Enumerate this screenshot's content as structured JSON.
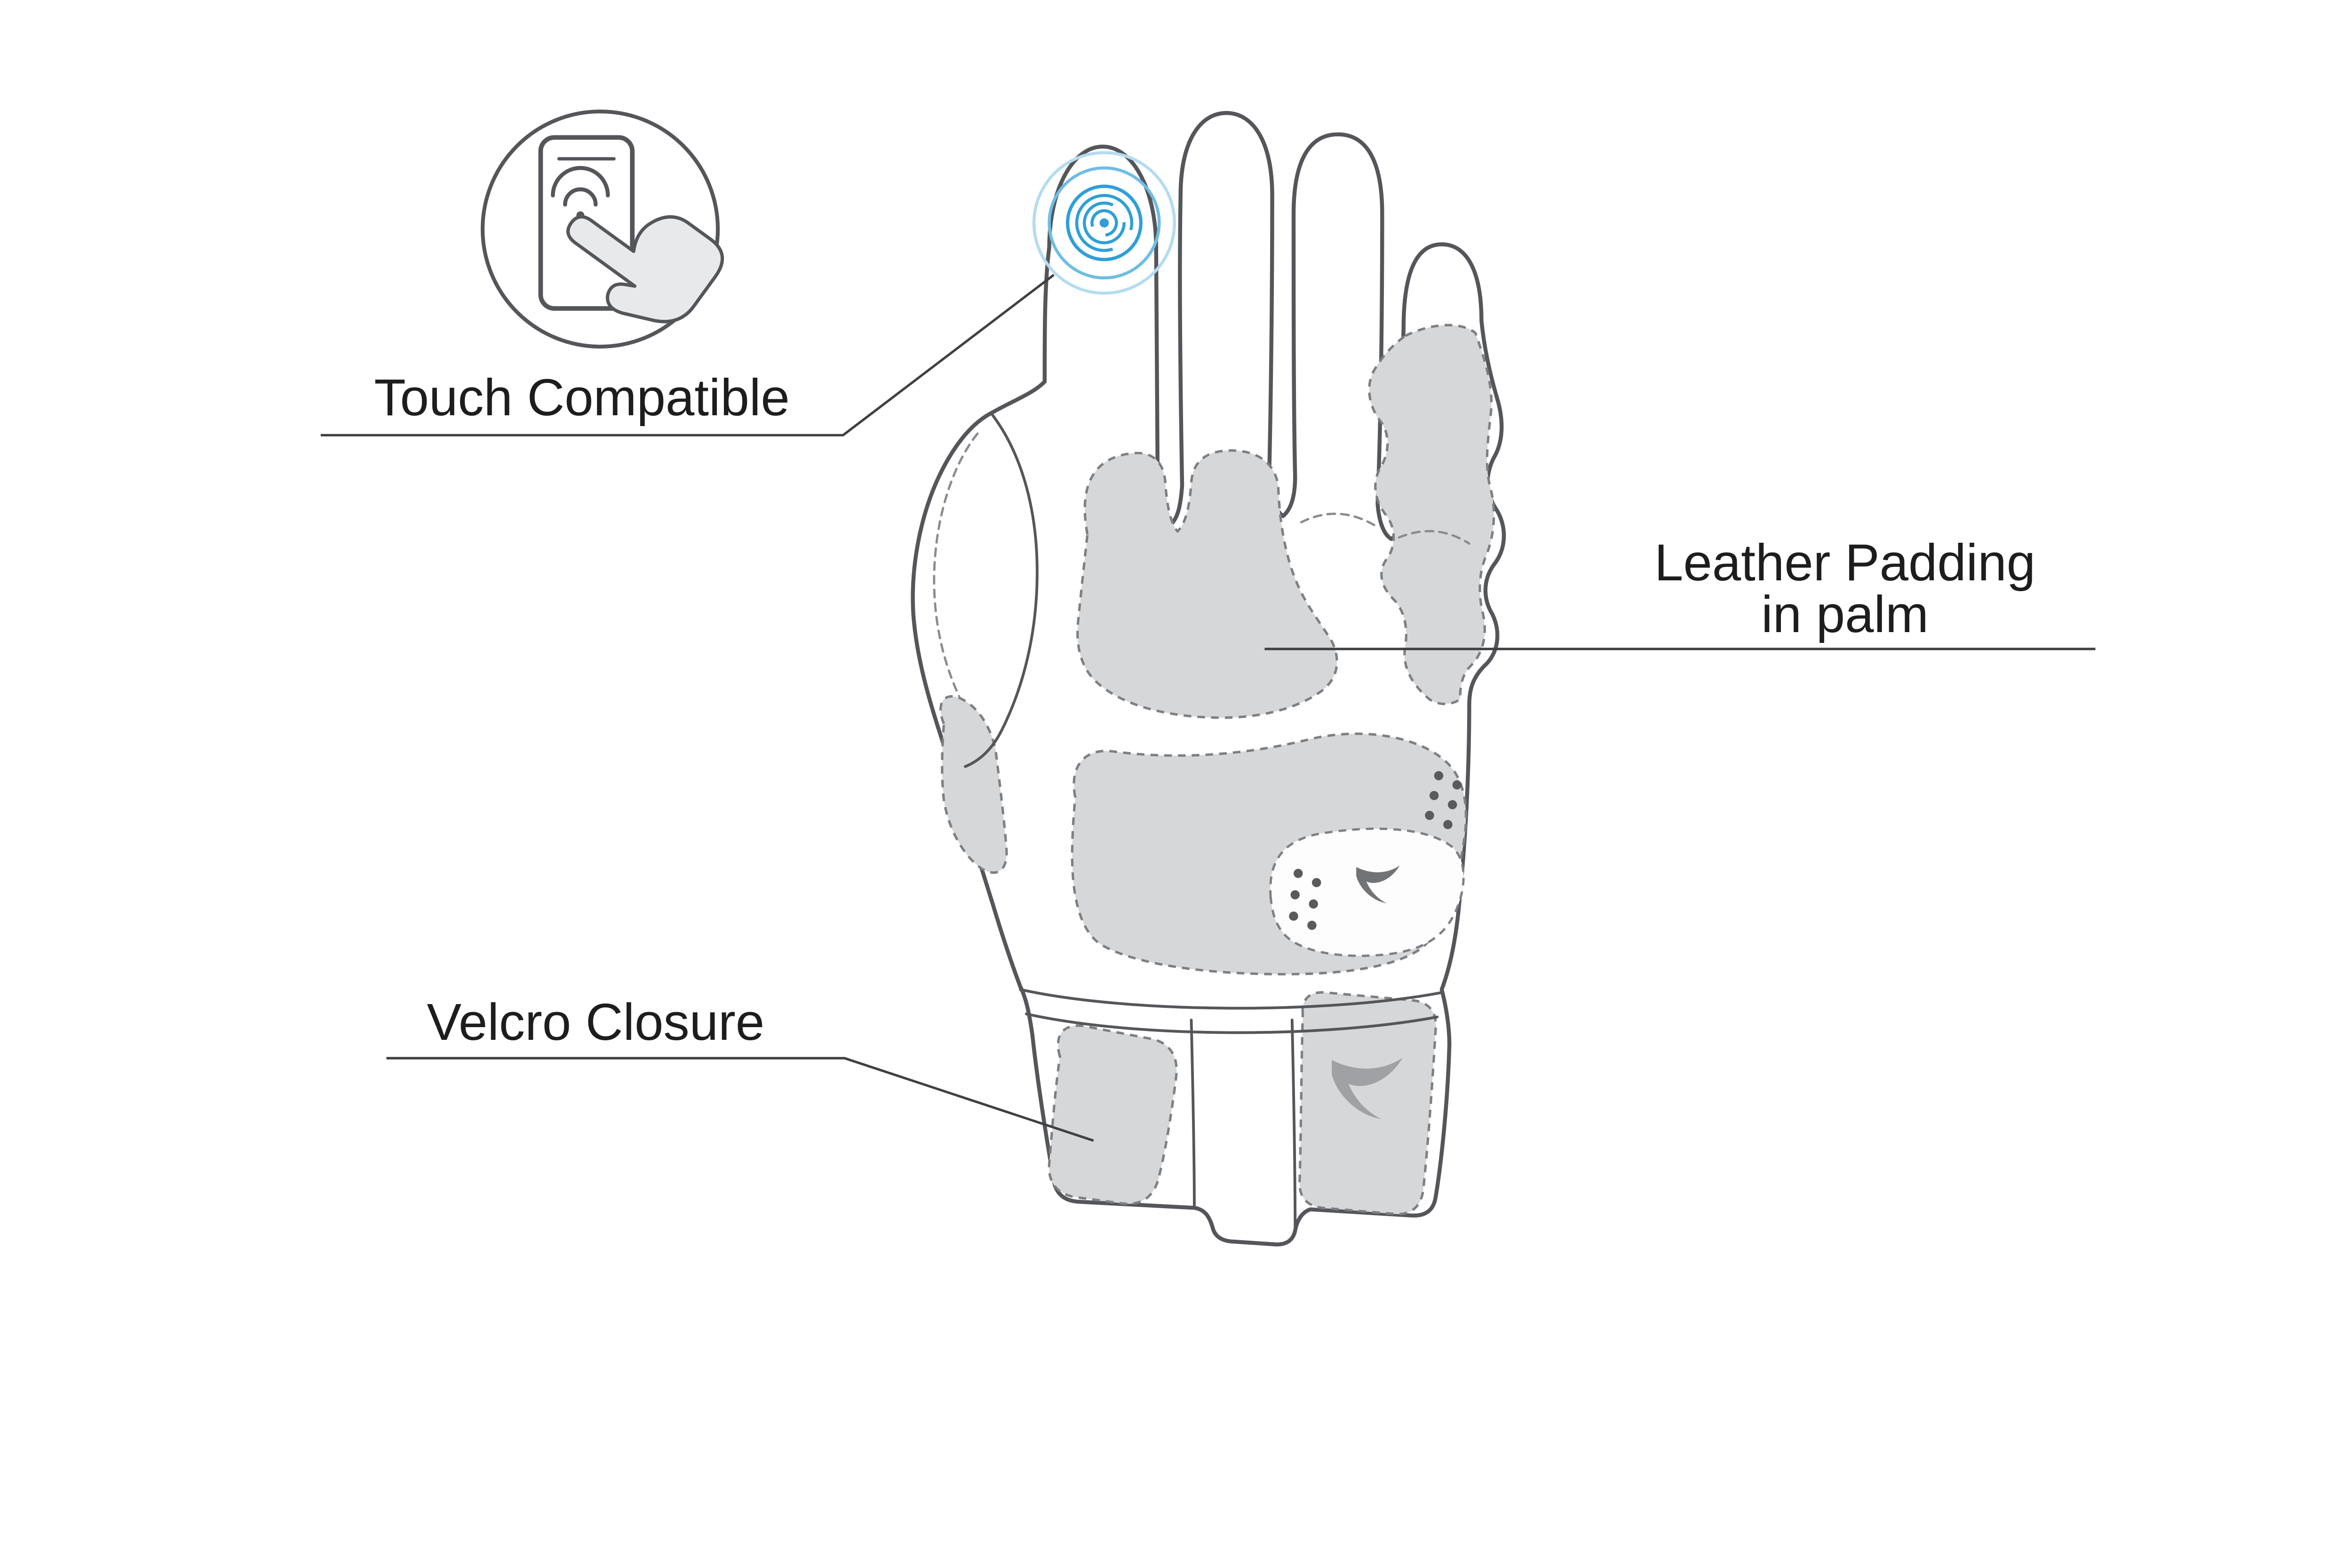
{
  "labels": {
    "touch_compatible": "Touch Compatible",
    "leather_padding_line1": "Leather Padding",
    "leather_padding_line2": "in palm",
    "velcro_closure": "Velcro Closure"
  },
  "icons": {
    "touch_badge": "touch-compatible-badge",
    "smartphone": "smartphone-icon",
    "wifi_waves": "wifi-waves-icon",
    "tap_hand": "tap-hand-icon",
    "fingerprint": "fingerprint-touch-icon",
    "brand_logo": "brand-logo-swoosh"
  },
  "colors": {
    "background": "#ffffff",
    "glove_outline": "#54565a",
    "pad_fill": "#d5d7d8",
    "stitch_gray": "#8a8c8e",
    "label_text": "#1d1d1f",
    "leader_line": "#3f4042",
    "touch_blue": "#2f9fd8",
    "touch_blue_light": "#b5dcf0"
  }
}
